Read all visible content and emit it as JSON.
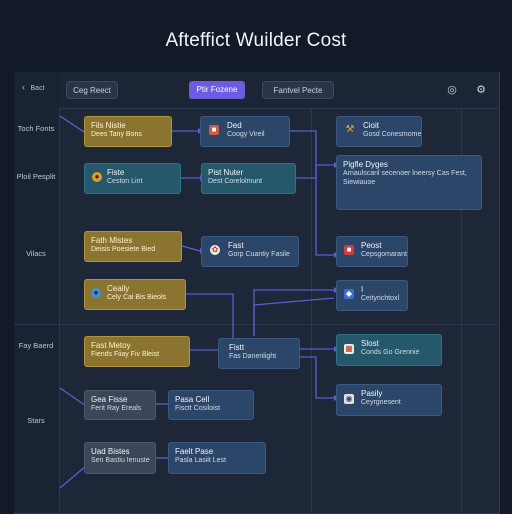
{
  "app": {
    "title": "Afteffict Wuilder Cost"
  },
  "topbar": {
    "back_label": "Bact",
    "tab_left": "Ceg Reect",
    "tab_active": "Ptir Fozene",
    "tab_right": "Fantvel Pecte"
  },
  "rows": [
    {
      "label": "Toch Fonts"
    },
    {
      "label": "Ploil Pesplit"
    },
    {
      "label": "Vilacs"
    },
    {
      "label": "Fay Baerd"
    },
    {
      "label": "Stars"
    }
  ],
  "nodes": {
    "n1": {
      "title": "Fils Nistie",
      "sub": "Dees Tany Bons"
    },
    "n2": {
      "title": "Fiste",
      "sub": "Ceston Lint"
    },
    "n3": {
      "title": "Fath Mistes",
      "sub": "Deisis Poesiete Bied"
    },
    "n4": {
      "title": "Ceaily",
      "sub": "Cely Cai Bis Bieols"
    },
    "n5": {
      "title": "Fast Metoy",
      "sub": "Fiends Fiiay Fiv Bleist"
    },
    "n6": {
      "title": "Gea Fisse",
      "sub": "Ferit Ray Ereals"
    },
    "n7": {
      "title": "Uad Bistes",
      "sub": "Sen Bastiu Ienuste"
    },
    "m1": {
      "title": "Ded",
      "sub": "Coogy Vireil"
    },
    "m2": {
      "title": "Pist Nuter",
      "sub": "Dest Corelolmunt"
    },
    "m3": {
      "title": "Fast",
      "sub": "Gorp Cuantiy Fasile"
    },
    "m4": {
      "title": "Fistt",
      "sub": "Fas Danenlight"
    },
    "m5": {
      "title": "Pasa Cell",
      "sub": "Fisctt Cosiloist"
    },
    "m6": {
      "title": "Faelt Pase",
      "sub": "Pasla Lasiit Lest"
    },
    "r1": {
      "title": "Cioit",
      "sub": "Gosd Conesmomet"
    },
    "r2": {
      "title": "Pigfle Dyges",
      "sub": "Arnaulscanl secenoer lneersy Cas Fest,",
      "sub2": "Siewiauoe"
    },
    "r3": {
      "title": "Peost",
      "sub": "Cepsgomarant"
    },
    "r4": {
      "title": "I",
      "sub": "Ceityrichtoxl"
    },
    "r5": {
      "title": "Slost",
      "sub": "Conds Go Grennie"
    },
    "r6": {
      "title": "Pasily",
      "sub": "Ceyrgnesent"
    }
  },
  "colors": {
    "accent": "#6b5ce0",
    "gold": "#8b7430",
    "teal": "#24586a",
    "navy": "#2b4668",
    "slate": "#3b4658",
    "wire": "#5a5fd0"
  },
  "icons": {
    "top_right_1": "target-icon",
    "top_right_2": "settings-icon"
  }
}
